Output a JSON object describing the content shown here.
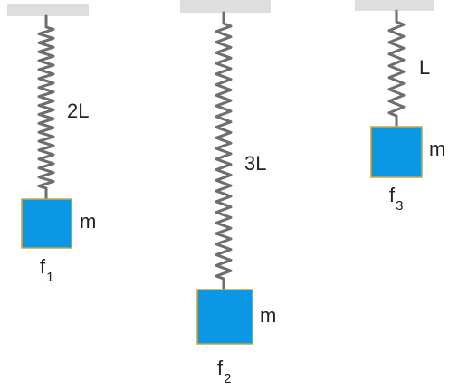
{
  "colors": {
    "ceiling": "#dedede",
    "mass_fill": "#0b97e3",
    "mass_border": "#c9a640",
    "spring_stroke": "#6e6e6e",
    "text": "#222222"
  },
  "systems": [
    {
      "length_label": "2L",
      "mass_label": "m",
      "freq_letter": "f",
      "freq_index": "1"
    },
    {
      "length_label": "3L",
      "mass_label": "m",
      "freq_letter": "f",
      "freq_index": "2"
    },
    {
      "length_label": "L",
      "mass_label": "m",
      "freq_letter": "f",
      "freq_index": "3"
    }
  ]
}
